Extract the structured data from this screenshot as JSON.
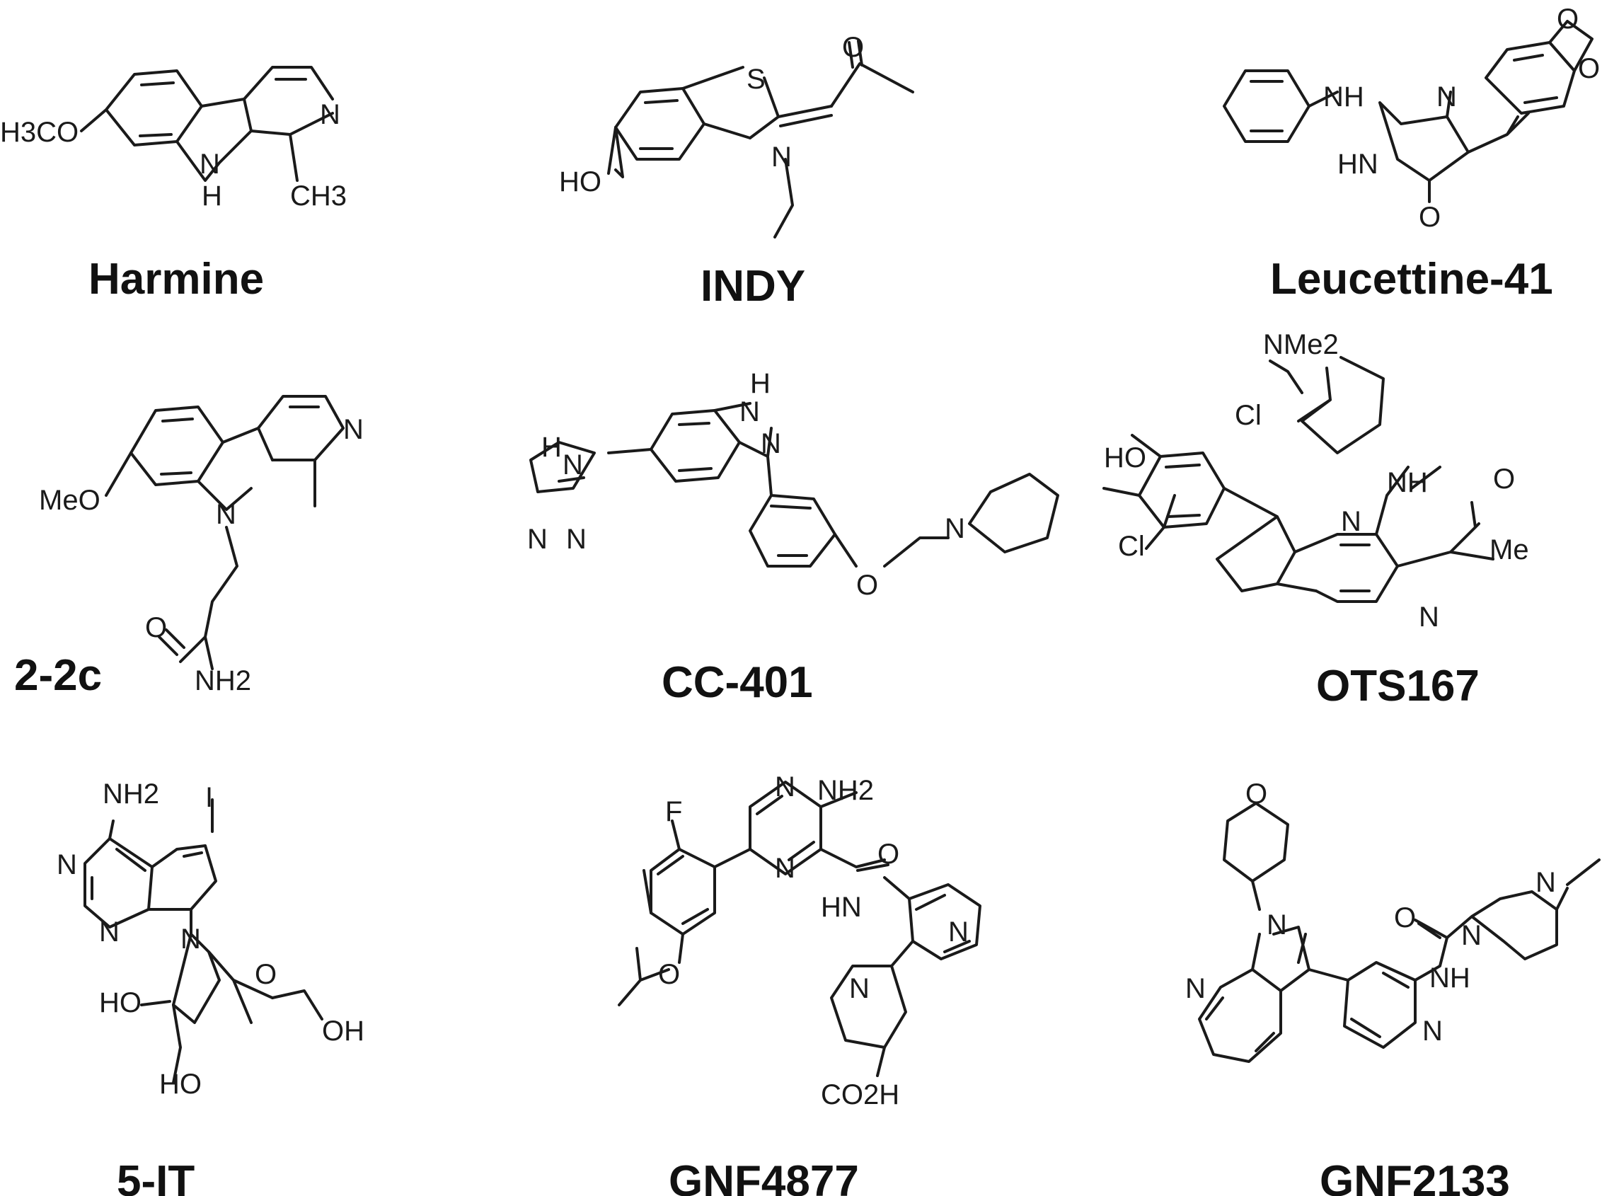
{
  "compounds": [
    {
      "name": "Harmine",
      "atoms": {
        "och3": "H3CO",
        "n_ring": "N",
        "nh": "N",
        "h": "H",
        "ch3": "CH3"
      }
    },
    {
      "name": "INDY",
      "atoms": {
        "s": "S",
        "o": "O",
        "ho": "HO",
        "n": "N"
      }
    },
    {
      "name": "Leucettine-41",
      "atoms": {
        "nh": "NH",
        "n": "N",
        "hn": "HN",
        "o": "O",
        "o1": "O",
        "o2": "O"
      }
    },
    {
      "name": "2-2c",
      "atoms": {
        "n_ring": "N",
        "meo": "MeO",
        "n": "N",
        "o": "O",
        "nh2": "NH2"
      }
    },
    {
      "name": "CC-401",
      "atoms": {
        "h_top": "H",
        "n1": "N",
        "n2": "N",
        "h_tri": "H",
        "n_tri": "N",
        "n_tri2": "N",
        "n_tri3": "N",
        "o": "O",
        "n_pip": "N"
      }
    },
    {
      "name": "OTS167",
      "atoms": {
        "nme2": "NMe2",
        "cl1": "Cl",
        "ho": "HO",
        "nh": "NH",
        "o": "O",
        "cl2": "Cl",
        "n1": "N",
        "me": "Me",
        "n2": "N"
      }
    },
    {
      "name": "5-IT",
      "atoms": {
        "nh2": "NH2",
        "i": "I",
        "n1": "N",
        "n2": "N",
        "n3": "N",
        "o": "O",
        "ho1": "HO",
        "oh": "OH",
        "ho2": "HO"
      }
    },
    {
      "name": "GNF4877",
      "atoms": {
        "n1": "N",
        "nh2": "NH2",
        "f": "F",
        "n2": "N",
        "o1": "O",
        "hn": "HN",
        "n_py": "N",
        "o2": "O",
        "n_pip": "N",
        "co2h": "CO2H"
      }
    },
    {
      "name": "GNF2133",
      "atoms": {
        "o_ring": "O",
        "n1": "N",
        "n2": "N",
        "o": "O",
        "n3": "N",
        "n_py": "N",
        "nh": "NH",
        "n_py2": "N"
      }
    }
  ]
}
